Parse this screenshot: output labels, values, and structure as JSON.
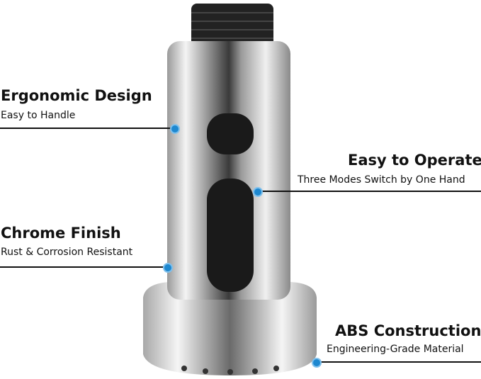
{
  "callouts": [
    {
      "title": "Ergonomic Design",
      "subtitle": "Easy to Handle"
    },
    {
      "title": "Easy to Operate",
      "subtitle": "Three Modes Switch by One Hand"
    },
    {
      "title": "Chrome Finish",
      "subtitle": "Rust & Corrosion Resistant"
    },
    {
      "title": "ABS Construction",
      "subtitle": "Engineering-Grade Material"
    }
  ],
  "colors": {
    "accent": "#1e88d0",
    "chrome": "#c9c9c9",
    "button": "#1a1a1a"
  }
}
